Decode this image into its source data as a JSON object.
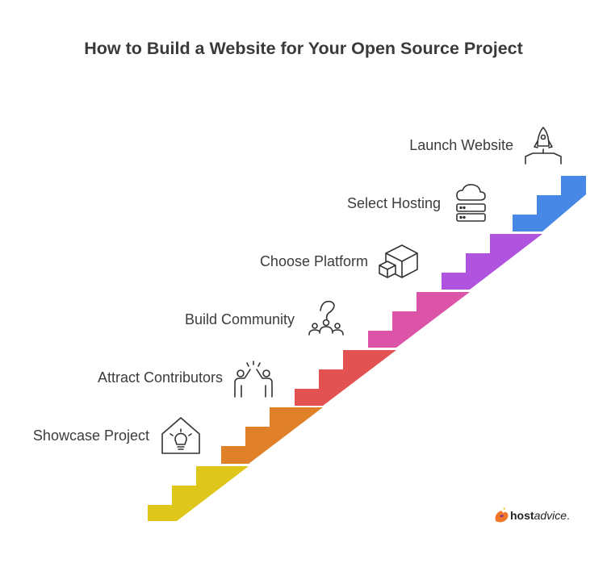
{
  "title": "How to Build a Website for Your Open Source Project",
  "steps": [
    {
      "label": "Showcase Project",
      "icon": "lightbulb-house-icon",
      "color": "#dec71a"
    },
    {
      "label": "Attract Contributors",
      "icon": "high-five-icon",
      "color": "#e0812a"
    },
    {
      "label": "Build Community",
      "icon": "community-icon",
      "color": "#e25252"
    },
    {
      "label": "Choose Platform",
      "icon": "cubes-icon",
      "color": "#dc54a8"
    },
    {
      "label": "Select Hosting",
      "icon": "cloud-server-icon",
      "color": "#b054e0"
    },
    {
      "label": "Launch Website",
      "icon": "rocket-icon",
      "color": "#4787e5"
    }
  ],
  "brand": {
    "bold": "host",
    "rest": "advice",
    "dot": "."
  }
}
